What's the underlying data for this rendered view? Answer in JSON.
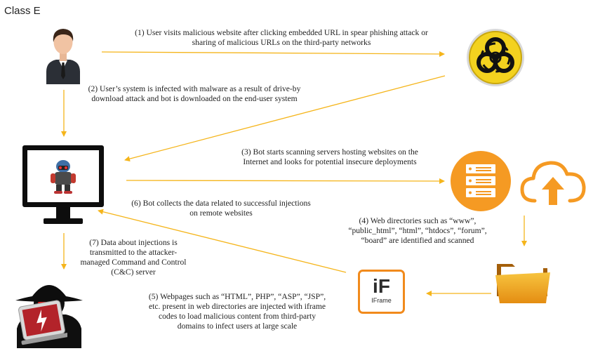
{
  "title": "Class E",
  "steps": {
    "s1": [
      "(1) User visits malicious website after clicking embedded URL in spear phishing attack or",
      "sharing of malicious URLs on the third-party networks"
    ],
    "s2": [
      "(2) User’s system is infected with malware as a result of drive-by",
      "download attack and bot is downloaded on the end-user system"
    ],
    "s3": [
      "(3) Bot starts scanning servers hosting websites on the",
      "Internet and looks for potential insecure deployments"
    ],
    "s4": [
      "(4) Web directories such as “www”,",
      "“public_html”, “html”, “htdocs”, “forum”,",
      "“board” are identified and scanned"
    ],
    "s5": [
      "(5) Webpages such as “HTML”, PHP”, “ASP”, “JSP”,",
      "etc. present in web directories  are injected with iframe",
      "codes to load malicious content from third-party",
      "domains to infect users at large scale"
    ],
    "s6": [
      "(6) Bot collects the data related to successful injections",
      "on remote websites"
    ],
    "s7": [
      "(7) Data about injections is",
      "transmitted to the attacker-",
      "managed Command and Control",
      "(C&C) server"
    ]
  },
  "iframe_icon": {
    "big": "iF",
    "small": "IFrame"
  },
  "colors": {
    "arrow": "#f5b51b",
    "server_orange": "#f59a23",
    "iframe_orange": "#f18a1c"
  }
}
